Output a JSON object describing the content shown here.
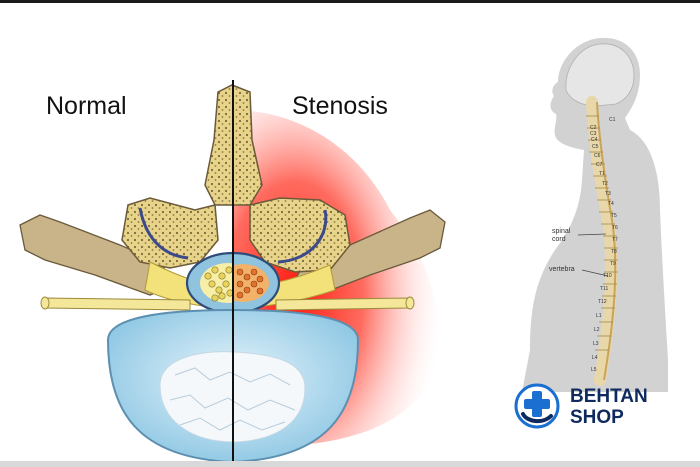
{
  "labels": {
    "left": "Normal",
    "right": "Stenosis"
  },
  "body_labels": {
    "spinal_cord": "spinal\ncord",
    "vertebra": "vertebra"
  },
  "vertebra_levels": [
    "C1",
    "C2",
    "C3",
    "C4",
    "C5",
    "C6",
    "C7",
    "T1",
    "T2",
    "T3",
    "T4",
    "T5",
    "T6",
    "T7",
    "T8",
    "T9",
    "T10",
    "T11",
    "T12",
    "L1",
    "L2",
    "L3",
    "L4",
    "L5"
  ],
  "brand": {
    "line1": "BEHTAN",
    "line2": "SHOP",
    "logo_icon": "medical-cross-hand-icon"
  },
  "colors": {
    "bone": "#e9d58f",
    "bone_dark": "#c9ad5c",
    "disc": "#bfe1f2",
    "inflammation": "#ff2a1e",
    "nerve": "#f4e79a",
    "body_silhouette": "#cfcfcf",
    "brand_blue": "#1b6fd1",
    "brand_navy": "#0f2a5e"
  }
}
